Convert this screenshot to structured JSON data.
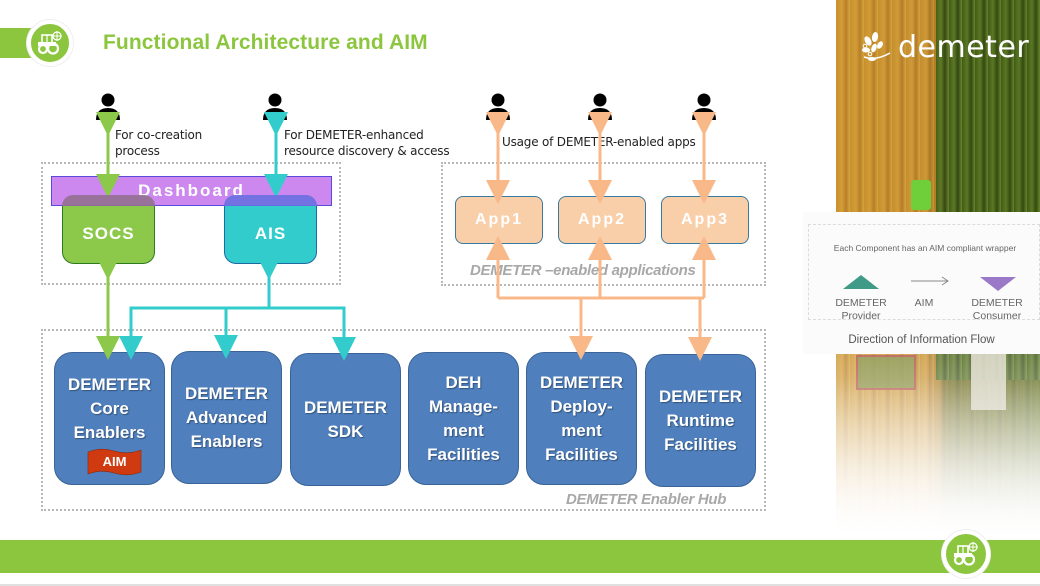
{
  "header": {
    "title": "Functional Architecture and AIM",
    "logo_icon": "tractor-icon"
  },
  "brand": {
    "name": "demeter",
    "icon": "leaf-branch-icon"
  },
  "colors": {
    "brand_green": "#8cc63f",
    "dashboard": "#cc88ee",
    "socs": "#8cc94b",
    "ais": "#33cccc",
    "app": "#f8cfa8",
    "hub_box": "#4f7fbc",
    "aim_flag": "#d03a10",
    "provider": "#3f9a88",
    "consumer": "#9a79c8"
  },
  "diagram": {
    "users": [
      {
        "note": [
          "For co-creation",
          "process"
        ]
      },
      {
        "note": [
          "For DEMETER-enhanced",
          "resource discovery & access"
        ]
      },
      {
        "note": [
          "Usage of DEMETER-enabled apps"
        ]
      }
    ],
    "dashboard": "Dashboard",
    "socs": "SOCS",
    "ais": "AIS",
    "apps": [
      "App1",
      "App2",
      "App3"
    ],
    "apps_caption": "DEMETER –enabled applications",
    "hub_caption": "DEMETER Enabler Hub",
    "hub_components": [
      {
        "lines": [
          "DEMETER",
          "Core",
          "Enablers"
        ],
        "badge": "AIM"
      },
      {
        "lines": [
          "DEMETER",
          "Advanced",
          "Enablers"
        ]
      },
      {
        "lines": [
          "DEMETER",
          "SDK"
        ]
      },
      {
        "lines": [
          "DEH",
          "Manage-",
          "ment",
          "Facilities"
        ]
      },
      {
        "lines": [
          "DEMETER",
          "Deploy-",
          "ment",
          "Facilities"
        ]
      },
      {
        "lines": [
          "DEMETER",
          "Runtime",
          "Facilities"
        ]
      }
    ]
  },
  "aim_legend": {
    "caption": "Each Component has an AIM compliant wrapper",
    "provider": [
      "DEMETER",
      "Provider"
    ],
    "middle": "AIM",
    "consumer": [
      "DEMETER",
      "Consumer"
    ],
    "footer": "Direction of Information Flow"
  }
}
